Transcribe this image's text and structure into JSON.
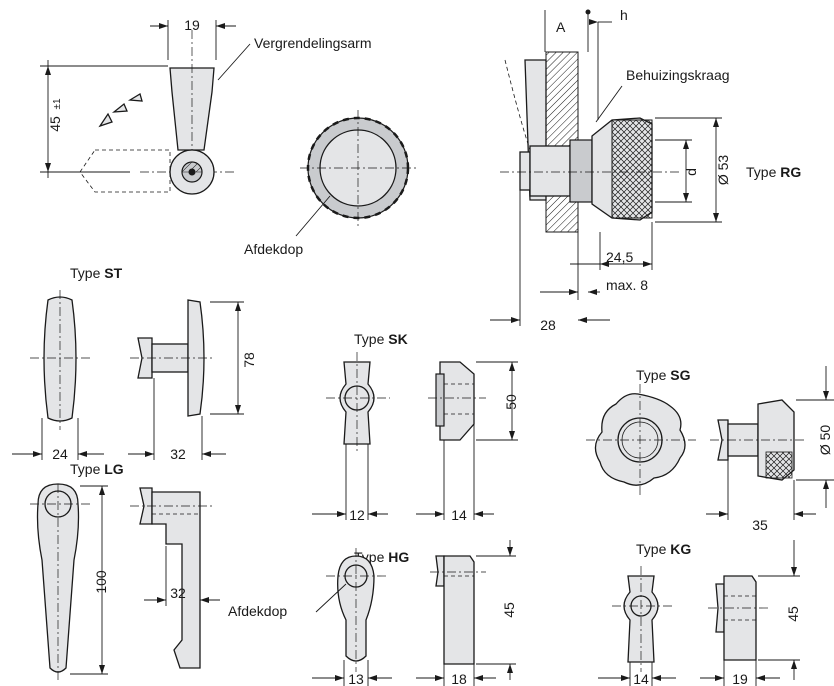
{
  "labels": {
    "locking_arm": "Vergrendelingsarm",
    "housing_collar": "Behuizingskraag",
    "cover_cap_1": "Afdekdop",
    "cover_cap_2": "Afdekdop",
    "type_prefix": "Type"
  },
  "types": {
    "rg": "RG",
    "st": "ST",
    "sk": "SK",
    "sg": "SG",
    "lg": "LG",
    "hg": "HG",
    "kg": "KG"
  },
  "dimensions": {
    "arm_width": "19",
    "arm_height": "45",
    "arm_tolerance": "±1",
    "ref_a": "A",
    "ref_h": "h",
    "ref_d": "d",
    "dia_53": "Ø 53",
    "len_24_5": "24,5",
    "max_8": "max. 8",
    "len_28": "28",
    "st_width": "24",
    "st_depth": "32",
    "st_height": "78",
    "sk_width": "12",
    "sk_depth": "14",
    "sk_height": "50",
    "sg_dia": "Ø 50",
    "sg_depth": "35",
    "lg_height": "100",
    "lg_depth": "32",
    "hg_width": "13",
    "hg_depth": "18",
    "hg_height": "45",
    "kg_width": "14",
    "kg_depth": "19",
    "kg_height": "45"
  }
}
